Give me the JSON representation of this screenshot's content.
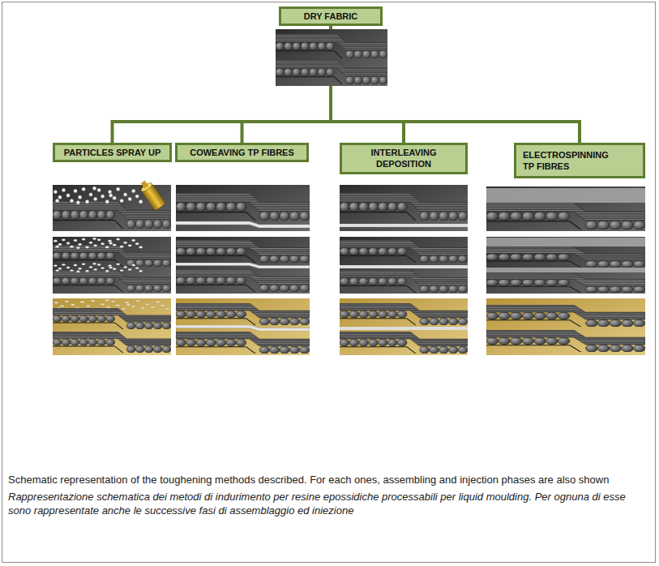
{
  "diagram": {
    "caption": "Schematic representation of the toughening methods described. For each ones, assembling and injection phases are also shown",
    "nodes": [
      {
        "text": [
          "DRY FABRIC"
        ]
      },
      {
        "text": [
          "PARTICLES SPRAY UP"
        ]
      },
      {
        "text": [
          "COWEAVING TP FIBRES"
        ]
      },
      {
        "text": [
          "INTERLEAVING DEPOSITION"
        ]
      },
      {
        "text": [
          "ELECTROSPINNING TP FIBRES"
        ]
      }
    ],
    "edges": [
      {
        "from": 0,
        "to": 1,
        "arrow": "none"
      },
      {
        "from": 0,
        "to": 2,
        "arrow": "none"
      },
      {
        "from": 0,
        "to": 3,
        "arrow": "none"
      },
      {
        "from": 0,
        "to": 4,
        "arrow": "none"
      }
    ],
    "labels": [
      "Rappresentazione schematica dei metodi di indurimento per resine epossidiche processabili per liquid moulding. Per ognuna di esse sono rappresentate anche le successive fasi di assemblaggio ed iniezione"
    ]
  }
}
